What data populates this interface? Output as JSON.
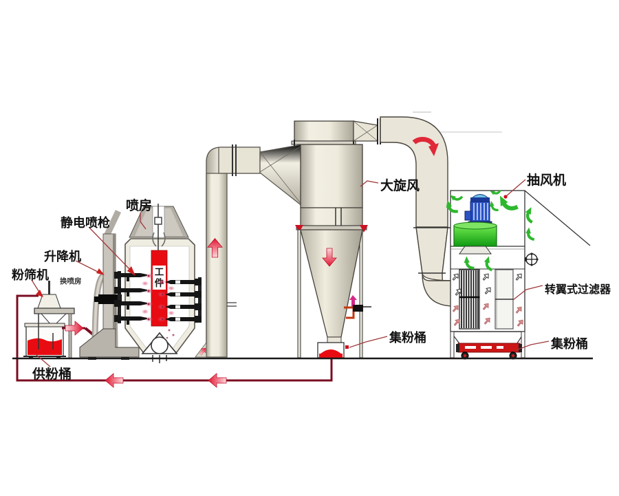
{
  "diagram": {
    "labels": {
      "booth": "喷房",
      "electrostatic_gun": "静电喷枪",
      "lifter": "升降机",
      "powder_sieve": "粉筛机",
      "small_booth": "换喷房",
      "supply_barrel": "供粉桶",
      "workpiece_chars": [
        "工",
        "件"
      ],
      "cyclone": "大旋风",
      "exhaust_fan": "抽风机",
      "rotary_filter": "转翼式过滤器",
      "collect_barrel_cyclone": "集粉桶",
      "collect_barrel_filter": "集粉桶"
    },
    "colors": {
      "powder_red": "#e80c12",
      "pipe_maroon": "#7a0c20",
      "flow_arrow_red": "#e01530",
      "flow_arrow_pink": "#ffd8de",
      "airflow_green": "#2db82d",
      "motor_blue": "#2a52c4",
      "fan_green": "#3ecb28",
      "duct_beige": "#e9e5d8",
      "leader_line": "#a03838",
      "label_text": "#111111"
    }
  }
}
